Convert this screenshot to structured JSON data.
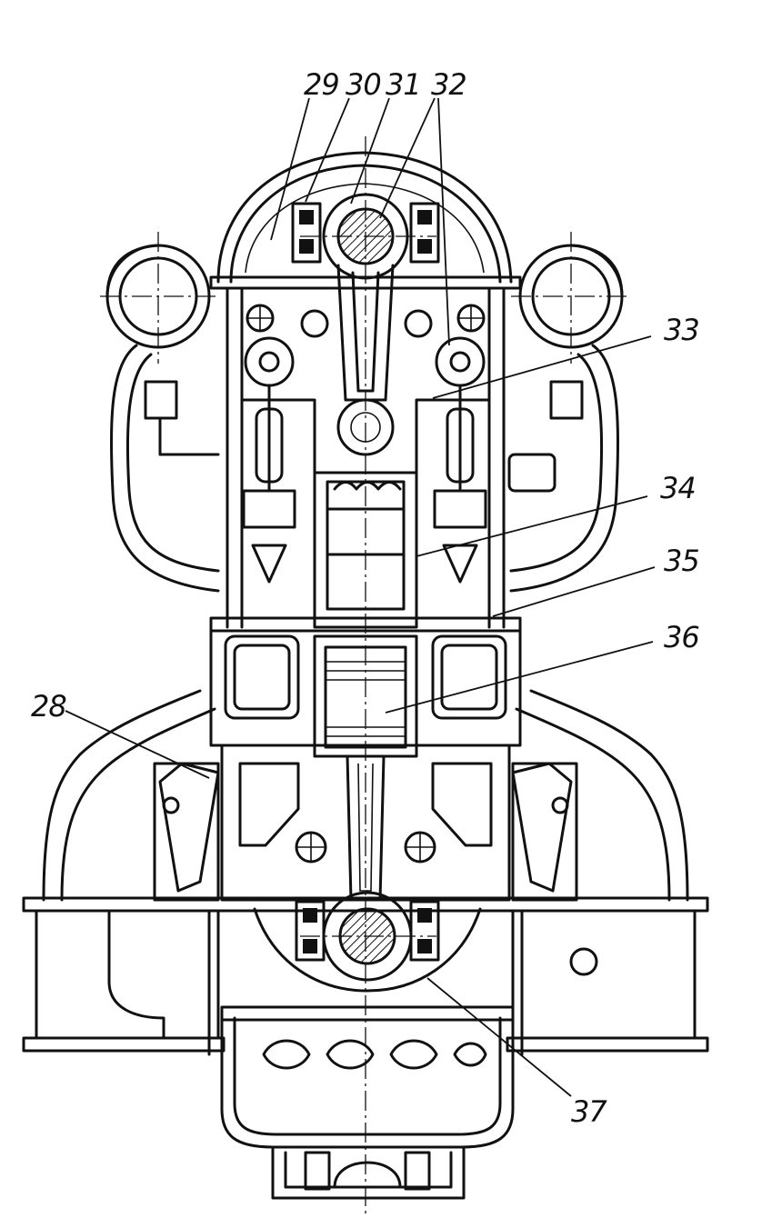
{
  "callouts": [
    {
      "id": "28",
      "text": "28"
    },
    {
      "id": "29",
      "text": "29"
    },
    {
      "id": "30",
      "text": "30"
    },
    {
      "id": "31",
      "text": "31"
    },
    {
      "id": "32",
      "text": "32"
    },
    {
      "id": "33",
      "text": "33"
    },
    {
      "id": "34",
      "text": "34"
    },
    {
      "id": "35",
      "text": "35"
    },
    {
      "id": "36",
      "text": "36"
    },
    {
      "id": "37",
      "text": "37"
    }
  ]
}
